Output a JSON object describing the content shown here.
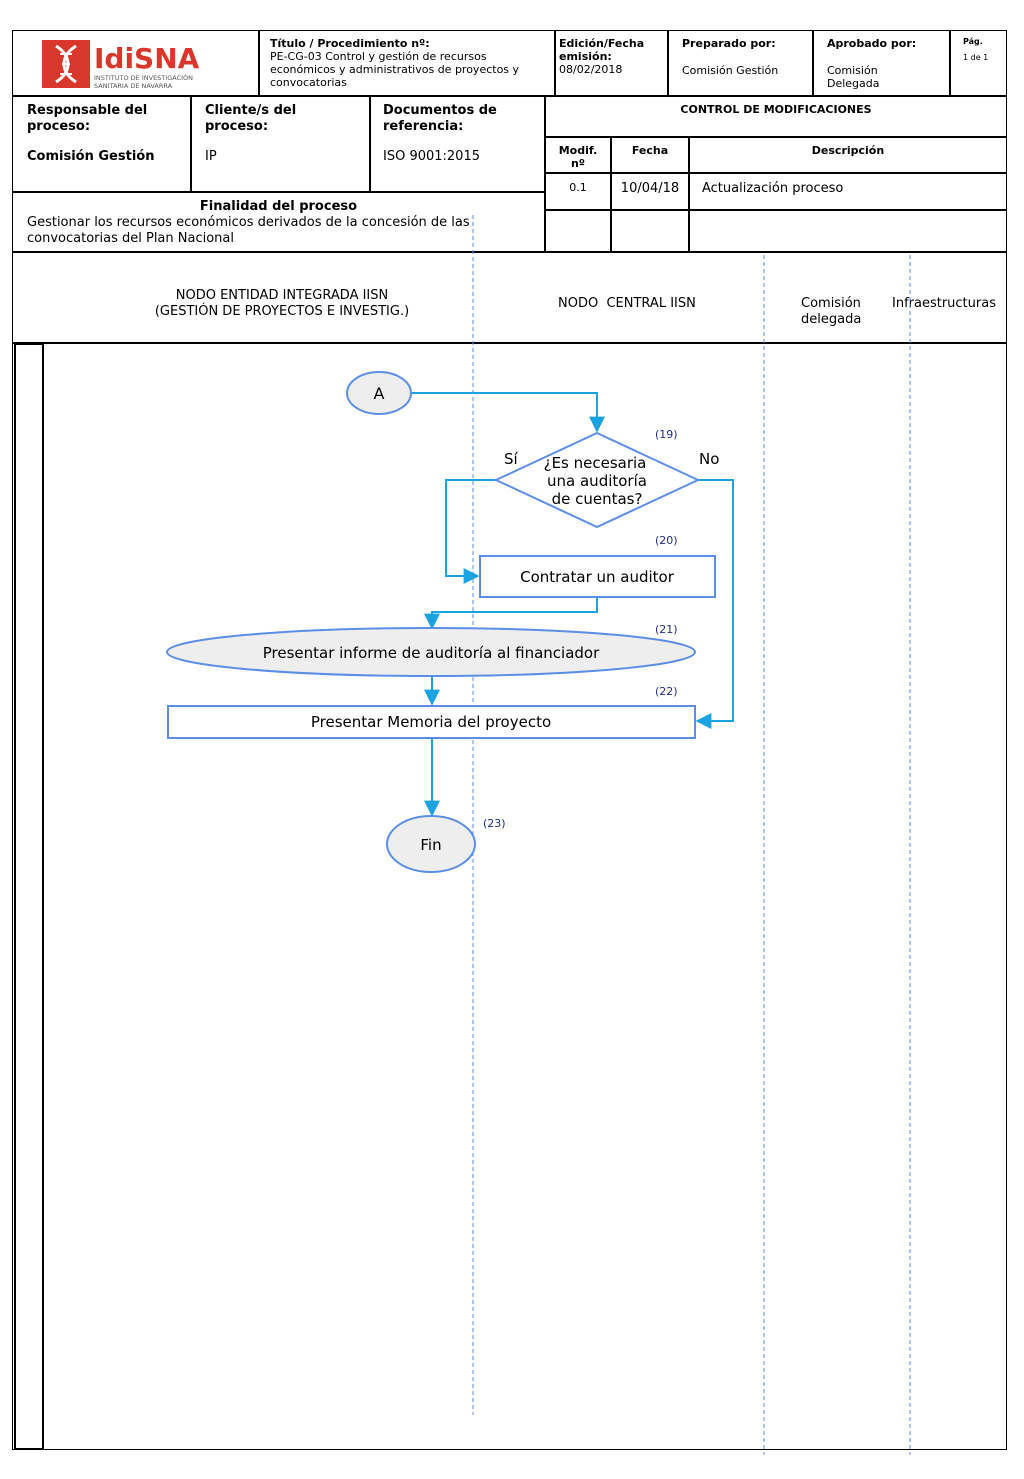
{
  "header": {
    "logo": {
      "brand": "IdiSNA",
      "line1": "INSTITUTO DE INVESTIGACIÓN",
      "line2": "SANITARIA DE NAVARRA"
    },
    "title_label": "Título / Procedimiento nº:",
    "title_value": "PE-CG-03 Control y gestión de recursos económicos y administrativos de proyectos y convocatorias",
    "edition_label": "Edición/Fecha emisión:",
    "edition_value": "08/02/2018",
    "prepared_label": "Preparado por:",
    "prepared_value": "Comisión Gestión",
    "approved_label": "Aprobado por:",
    "approved_value": "Comisión Delegada",
    "page_label": "Pág.",
    "page_value": "1 de 1"
  },
  "info": {
    "responsible_label": "Responsable del proceso:",
    "responsible_value": "Comisión Gestión",
    "clients_label": "Cliente/s del proceso:",
    "clients_value": "IP",
    "docs_label": "Documentos de referencia:",
    "docs_value": "ISO 9001:2015",
    "purpose_label": "Finalidad del proceso",
    "purpose_value": "Gestionar los recursos económicos derivados de la concesión de las convocatorias del Plan Nacional"
  },
  "modifications": {
    "title": "CONTROL DE MODIFICACIONES",
    "col_modif": "Modif. nº",
    "col_date": "Fecha",
    "col_desc": "Descripción",
    "rows": [
      {
        "modif": "0.1",
        "date": "10/04/18",
        "desc": "Actualización proceso"
      },
      {
        "modif": "",
        "date": "",
        "desc": ""
      }
    ]
  },
  "lanes": {
    "lane1_line1": "NODO ENTIDAD INTEGRADA IISN",
    "lane1_line2": "(GESTIÓN DE PROYECTOS E INVESTIG.)",
    "lane2": "NODO  CENTRAL IISN",
    "lane3_line1": "Comisión",
    "lane3_line2": "delegada",
    "lane4": "Infraestructuras"
  },
  "flow": {
    "start": "A",
    "decision_line1": "¿Es necesaria",
    "decision_line2": "una auditoría",
    "decision_line3": "de cuentas?",
    "yes": "Sí",
    "no": "No",
    "step20": "Contratar un auditor",
    "step21": "Presentar informe de auditoría al financiador",
    "step22": "Presentar Memoria del proyecto",
    "end": "Fin",
    "n19": "(19)",
    "n20": "(20)",
    "n21": "(21)",
    "n22": "(22)",
    "n23": "(23)"
  },
  "colors": {
    "arrow": "#1aa3e0",
    "shape_stroke": "#5b8fe6",
    "shape_fill": "#eeeeee",
    "node_number": "#1f2d8a",
    "logo_red": "#d9372b"
  }
}
